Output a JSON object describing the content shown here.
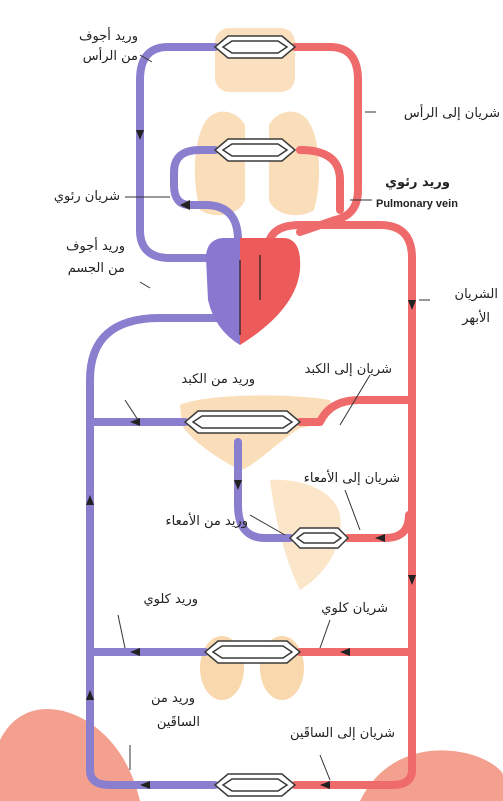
{
  "colors": {
    "vein": "#8a7fcf",
    "vein_dark": "#4b3e8f",
    "artery": "#ef6a6a",
    "artery_dark": "#c0392b",
    "organ": "#f7c78a",
    "heart_left": "#8a78d0",
    "heart_right": "#ec5a5a",
    "corner_blob": "#f3a08f",
    "leader": "#333333"
  },
  "labels": {
    "svc_head_1": "وريد أجوف",
    "svc_head_2": "من الرأس",
    "artery_head": "شريان إلى الرأس",
    "pulmonary_vein_ar": "وريد رئوي",
    "pulmonary_vein_en": "Pulmonary vein",
    "pulmonary_artery": "شريان رئوي",
    "ivc_body_1": "وريد أجوف",
    "ivc_body_2": "من الجسم",
    "aorta_1": "الشريان",
    "aorta_2": "الأبهر",
    "hepatic_vein": "وريد من الكبد",
    "hepatic_artery": "شريان إلى الكبد",
    "intestinal_artery": "شريان إلى الأمعاء",
    "intestinal_vein": "وريد من الأمعاء",
    "renal_vein": "وريد كلوي",
    "renal_artery": "شريان كلوي",
    "leg_vein_1": "وريد من",
    "leg_vein_2": "الساقَين",
    "leg_artery": "شريان إلى الساقَين"
  }
}
